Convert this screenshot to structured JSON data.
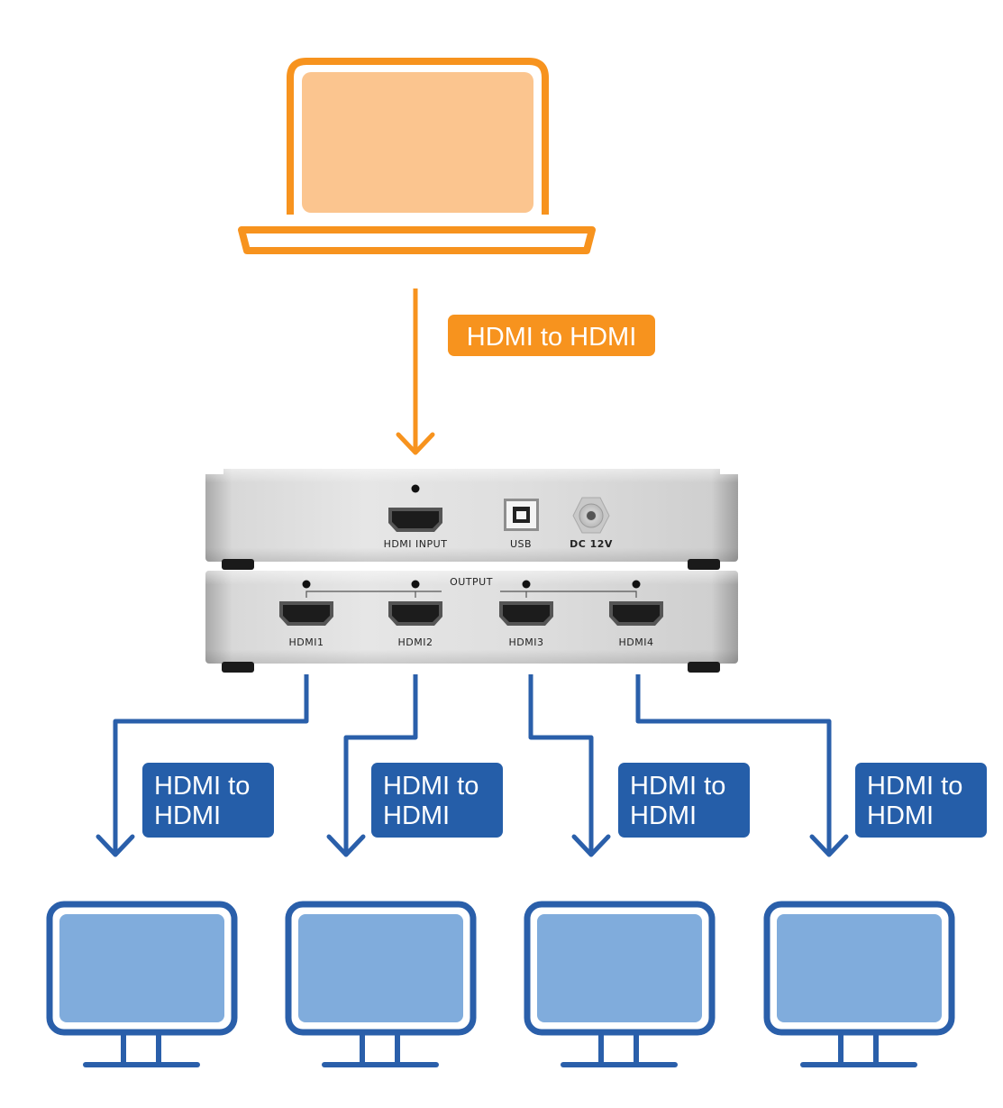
{
  "input_cable": {
    "label": "HDMI to HDMI"
  },
  "splitter": {
    "top_panel": {
      "hdmi_input_label": "HDMI INPUT",
      "usb_label": "USB",
      "dc_label": "DC 12V"
    },
    "bottom_panel": {
      "output_label": "OUTPUT",
      "ports": [
        "HDMI1",
        "HDMI2",
        "HDMI3",
        "HDMI4"
      ]
    }
  },
  "output_cables": [
    {
      "line1": "HDMI to",
      "line2": "HDMI"
    },
    {
      "line1": "HDMI to",
      "line2": "HDMI"
    },
    {
      "line1": "HDMI to",
      "line2": "HDMI"
    },
    {
      "line1": "HDMI to",
      "line2": "HDMI"
    }
  ],
  "colors": {
    "orange": "#f7931e",
    "orange_fill": "#fbc58f",
    "blue": "#2a5faa",
    "blue_fill": "#80acdc",
    "badge_blue": "#255ea9"
  }
}
